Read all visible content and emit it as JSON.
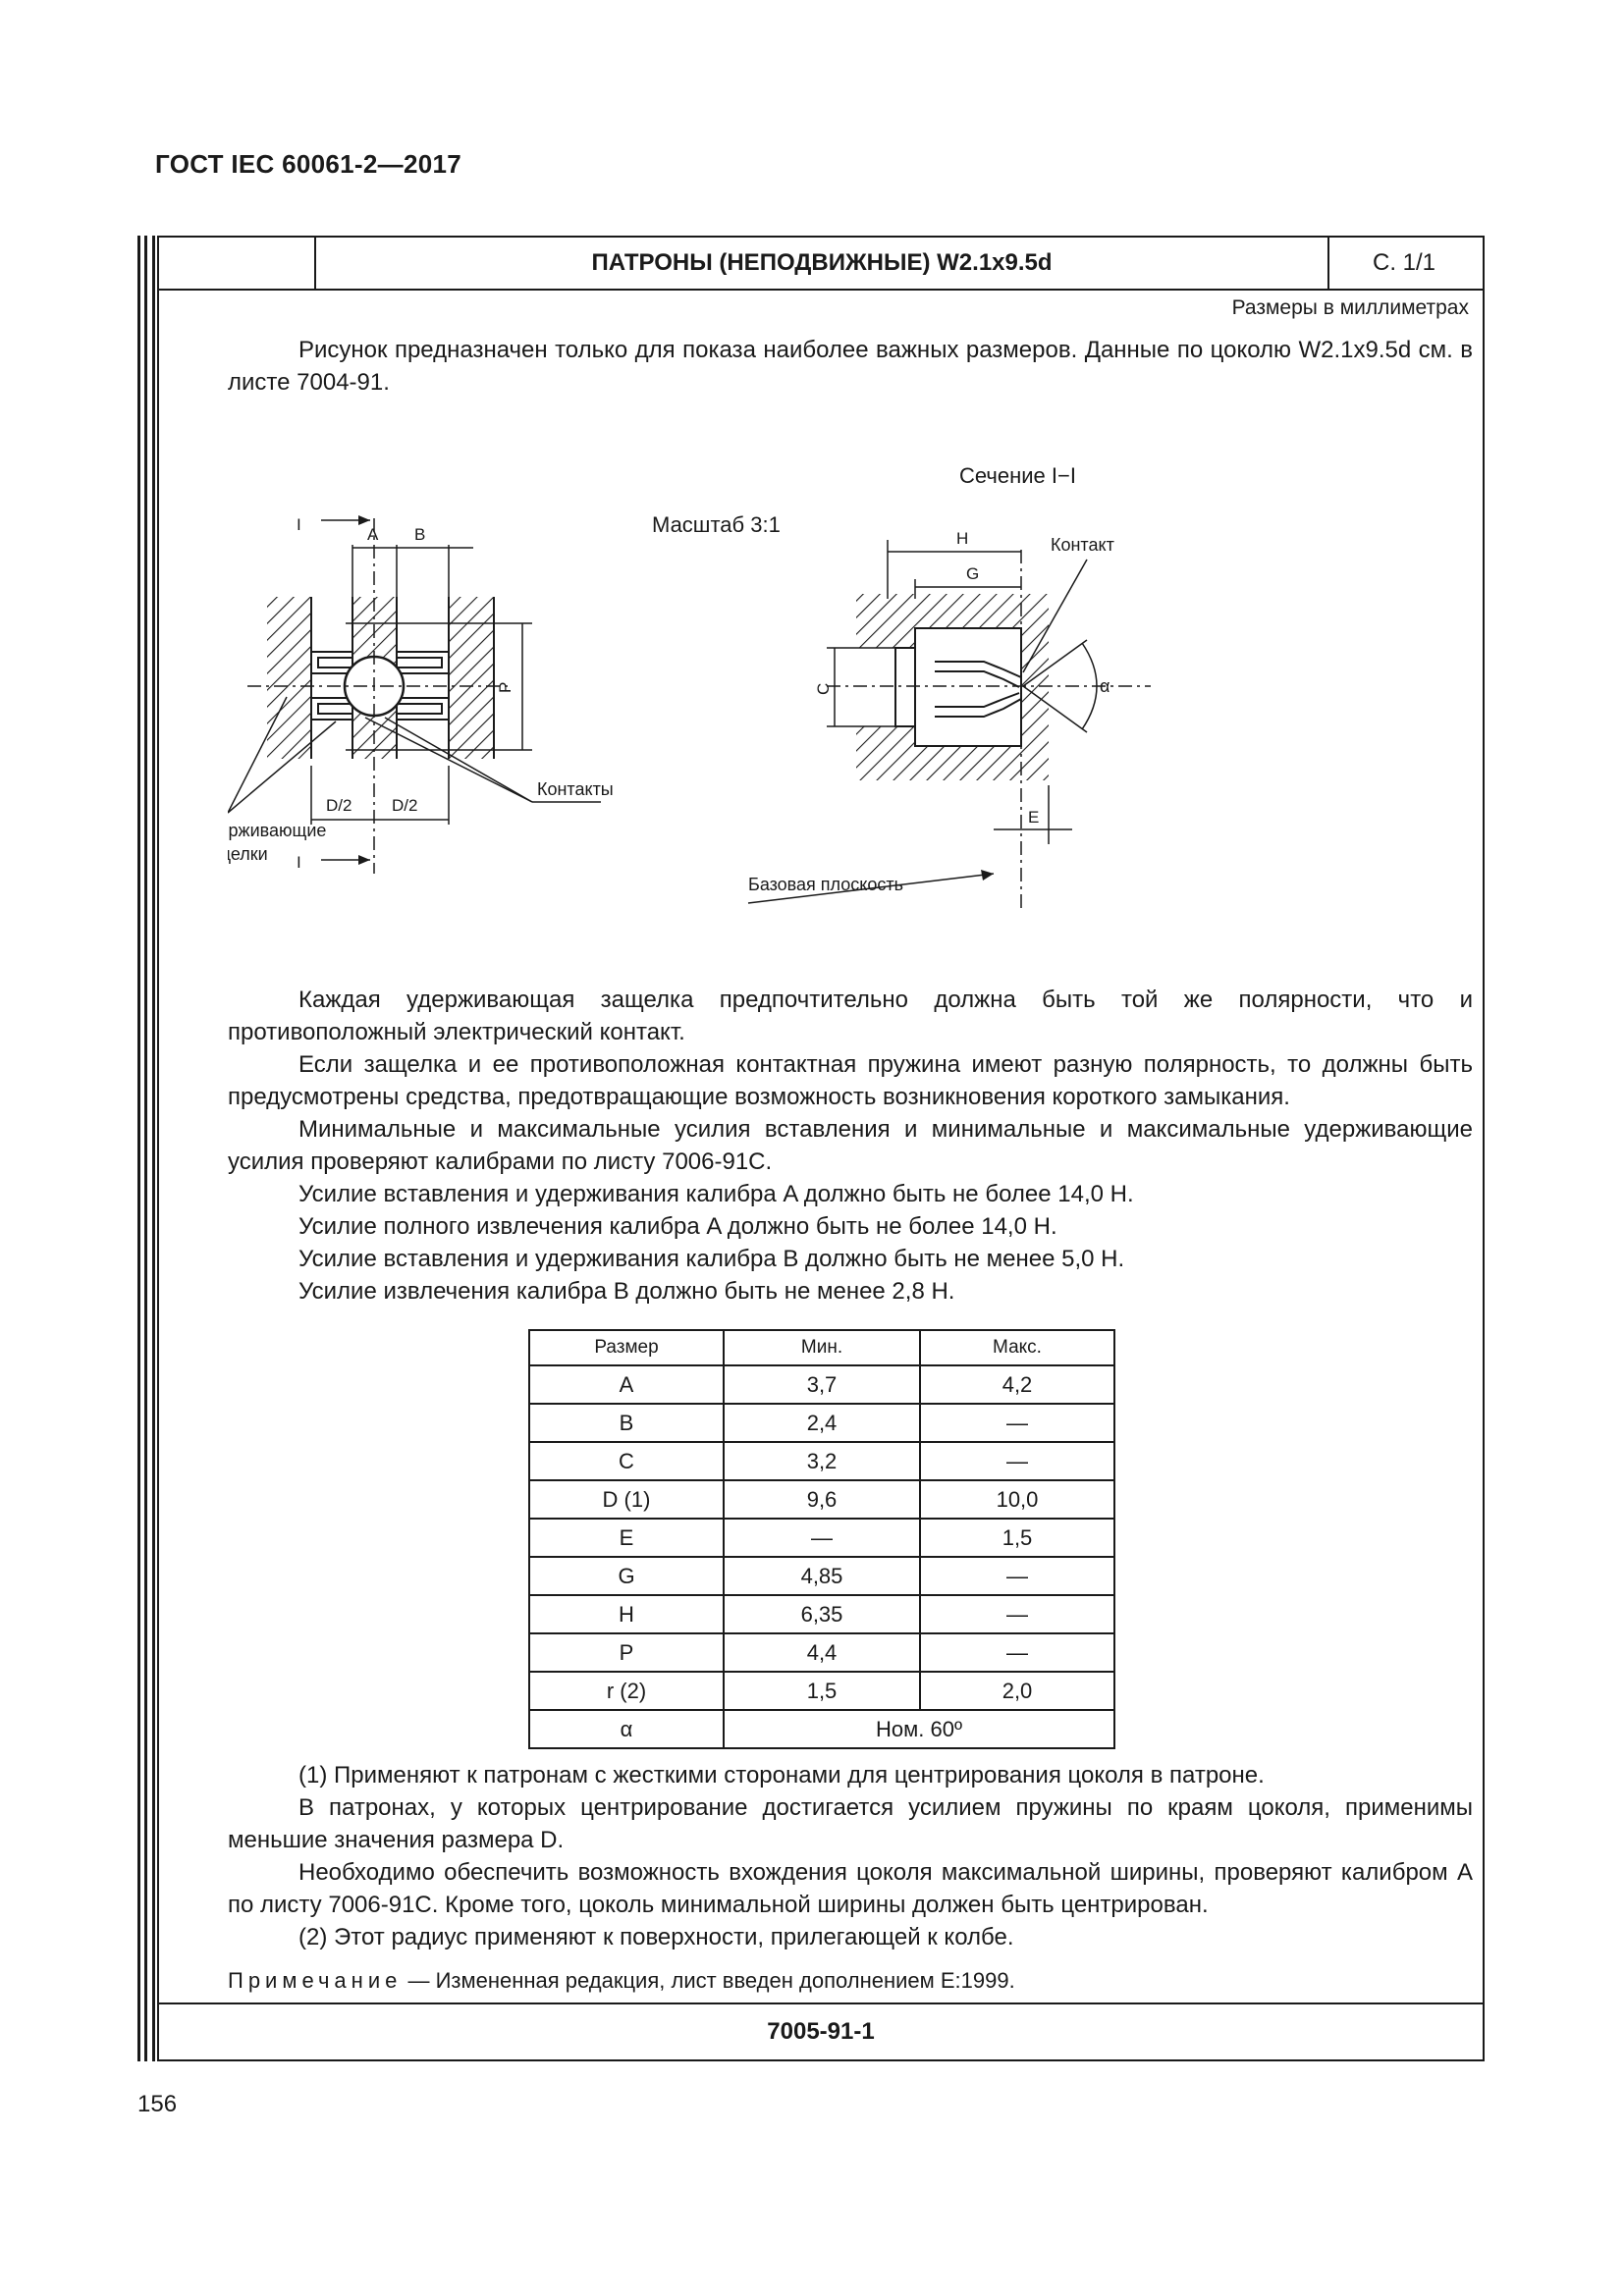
{
  "document": {
    "header": "ГОСТ IEC 60061-2—2017",
    "page_number": "156"
  },
  "sheet": {
    "title": "ПАТРОНЫ (НЕПОДВИЖНЫЕ) W2.1x9.5d",
    "page": "С. 1/1",
    "units_note": "Размеры в миллиметрах",
    "intro_line1": "Рисунок предназначен только для показа наиболее важных размеров. Данные по цоколю",
    "intro_line2": "W2.1x9.5d см. в листе 7004-91.",
    "sheet_id": "7005-91-1"
  },
  "figure": {
    "scale": "Масштаб 3:1",
    "section_title": "Сечение I−I",
    "section_mark": "I",
    "dim_A": "A",
    "dim_B": "B",
    "dim_P": "P",
    "dim_D2": "D/2",
    "dim_H": "H",
    "dim_G": "G",
    "dim_C": "C",
    "dim_E": "E",
    "angle": "α",
    "label_contact": "Контакт",
    "label_contacts": "Контакты",
    "label_latches_1": "Удерживающие",
    "label_latches_2": "защелки",
    "label_base_plane": "Базовая плоскость"
  },
  "body": {
    "p1": "Каждая удерживающая защелка предпочтительно должна быть той же полярности, что и противоположный электрический контакт.",
    "p2": "Если защелка и ее противоположная контактная пружина имеют разную полярность, то должны быть предусмотрены средства, предотвращающие возможность возникновения короткого замыкания.",
    "p3": "Минимальные и максимальные усилия вставления и минимальные и максимальные удерживающие усилия проверяют калибрами по листу 7006-91C.",
    "p4": "Усилие вставления и удерживания калибра A должно быть не более 14,0 Н.",
    "p5": "Усилие полного извлечения калибра A должно быть не более 14,0 Н.",
    "p6": "Усилие вставления и удерживания калибра B должно быть не менее 5,0 Н.",
    "p7": "Усилие извлечения калибра B должно быть не менее 2,8 Н."
  },
  "table": {
    "headers": [
      "Размер",
      "Мин.",
      "Макс."
    ],
    "rows": [
      [
        "A",
        "3,7",
        "4,2"
      ],
      [
        "B",
        "2,4",
        "—"
      ],
      [
        "C",
        "3,2",
        "—"
      ],
      [
        "D (1)",
        "9,6",
        "10,0"
      ],
      [
        "E",
        "—",
        "1,5"
      ],
      [
        "G",
        "4,85",
        "—"
      ],
      [
        "H",
        "6,35",
        "—"
      ],
      [
        "P",
        "4,4",
        "—"
      ],
      [
        "r (2)",
        "1,5",
        "2,0"
      ]
    ],
    "last_row": [
      "α",
      "Ном. 60º"
    ]
  },
  "notes": {
    "n1": "(1) Применяют к патронам с жесткими сторонами для центрирования цоколя в патроне.",
    "n2": "В патронах, у которых центрирование достигается усилием пружины по краям цоколя, применимы меньшие значения размера D.",
    "n3": "Необходимо обеспечить возможность вхождения цоколя максимальной ширины, проверяют калибром A по листу 7006-91C. Кроме того, цоколь минимальной ширины должен быть центрирован.",
    "n4": "(2) Этот радиус применяют к поверхности, прилегающей к колбе.",
    "remark_label": "Примечание",
    "remark_text": " — Измененная редакция, лист введен дополнением E:1999."
  }
}
